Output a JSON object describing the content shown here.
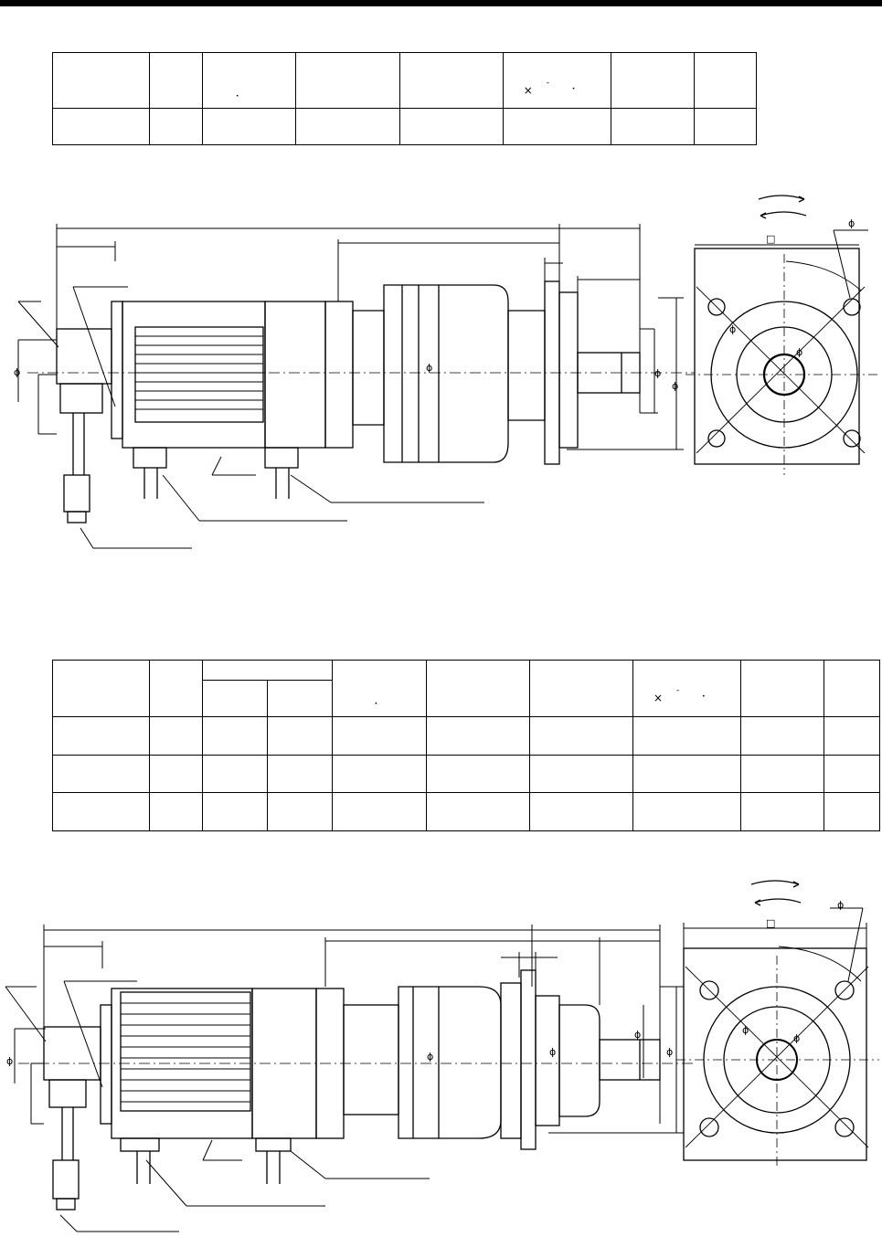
{
  "glyphs": {
    "multiply": "×",
    "dash": "-",
    "dot": "•",
    "phi": "ϕ",
    "square": "□"
  },
  "colors": {
    "line": "#000000",
    "background": "#ffffff"
  },
  "table1": {
    "columns": 8,
    "rows": 2
  },
  "table2": {
    "columns": 10,
    "rows": 4,
    "merged_header": "columns 3-4"
  }
}
